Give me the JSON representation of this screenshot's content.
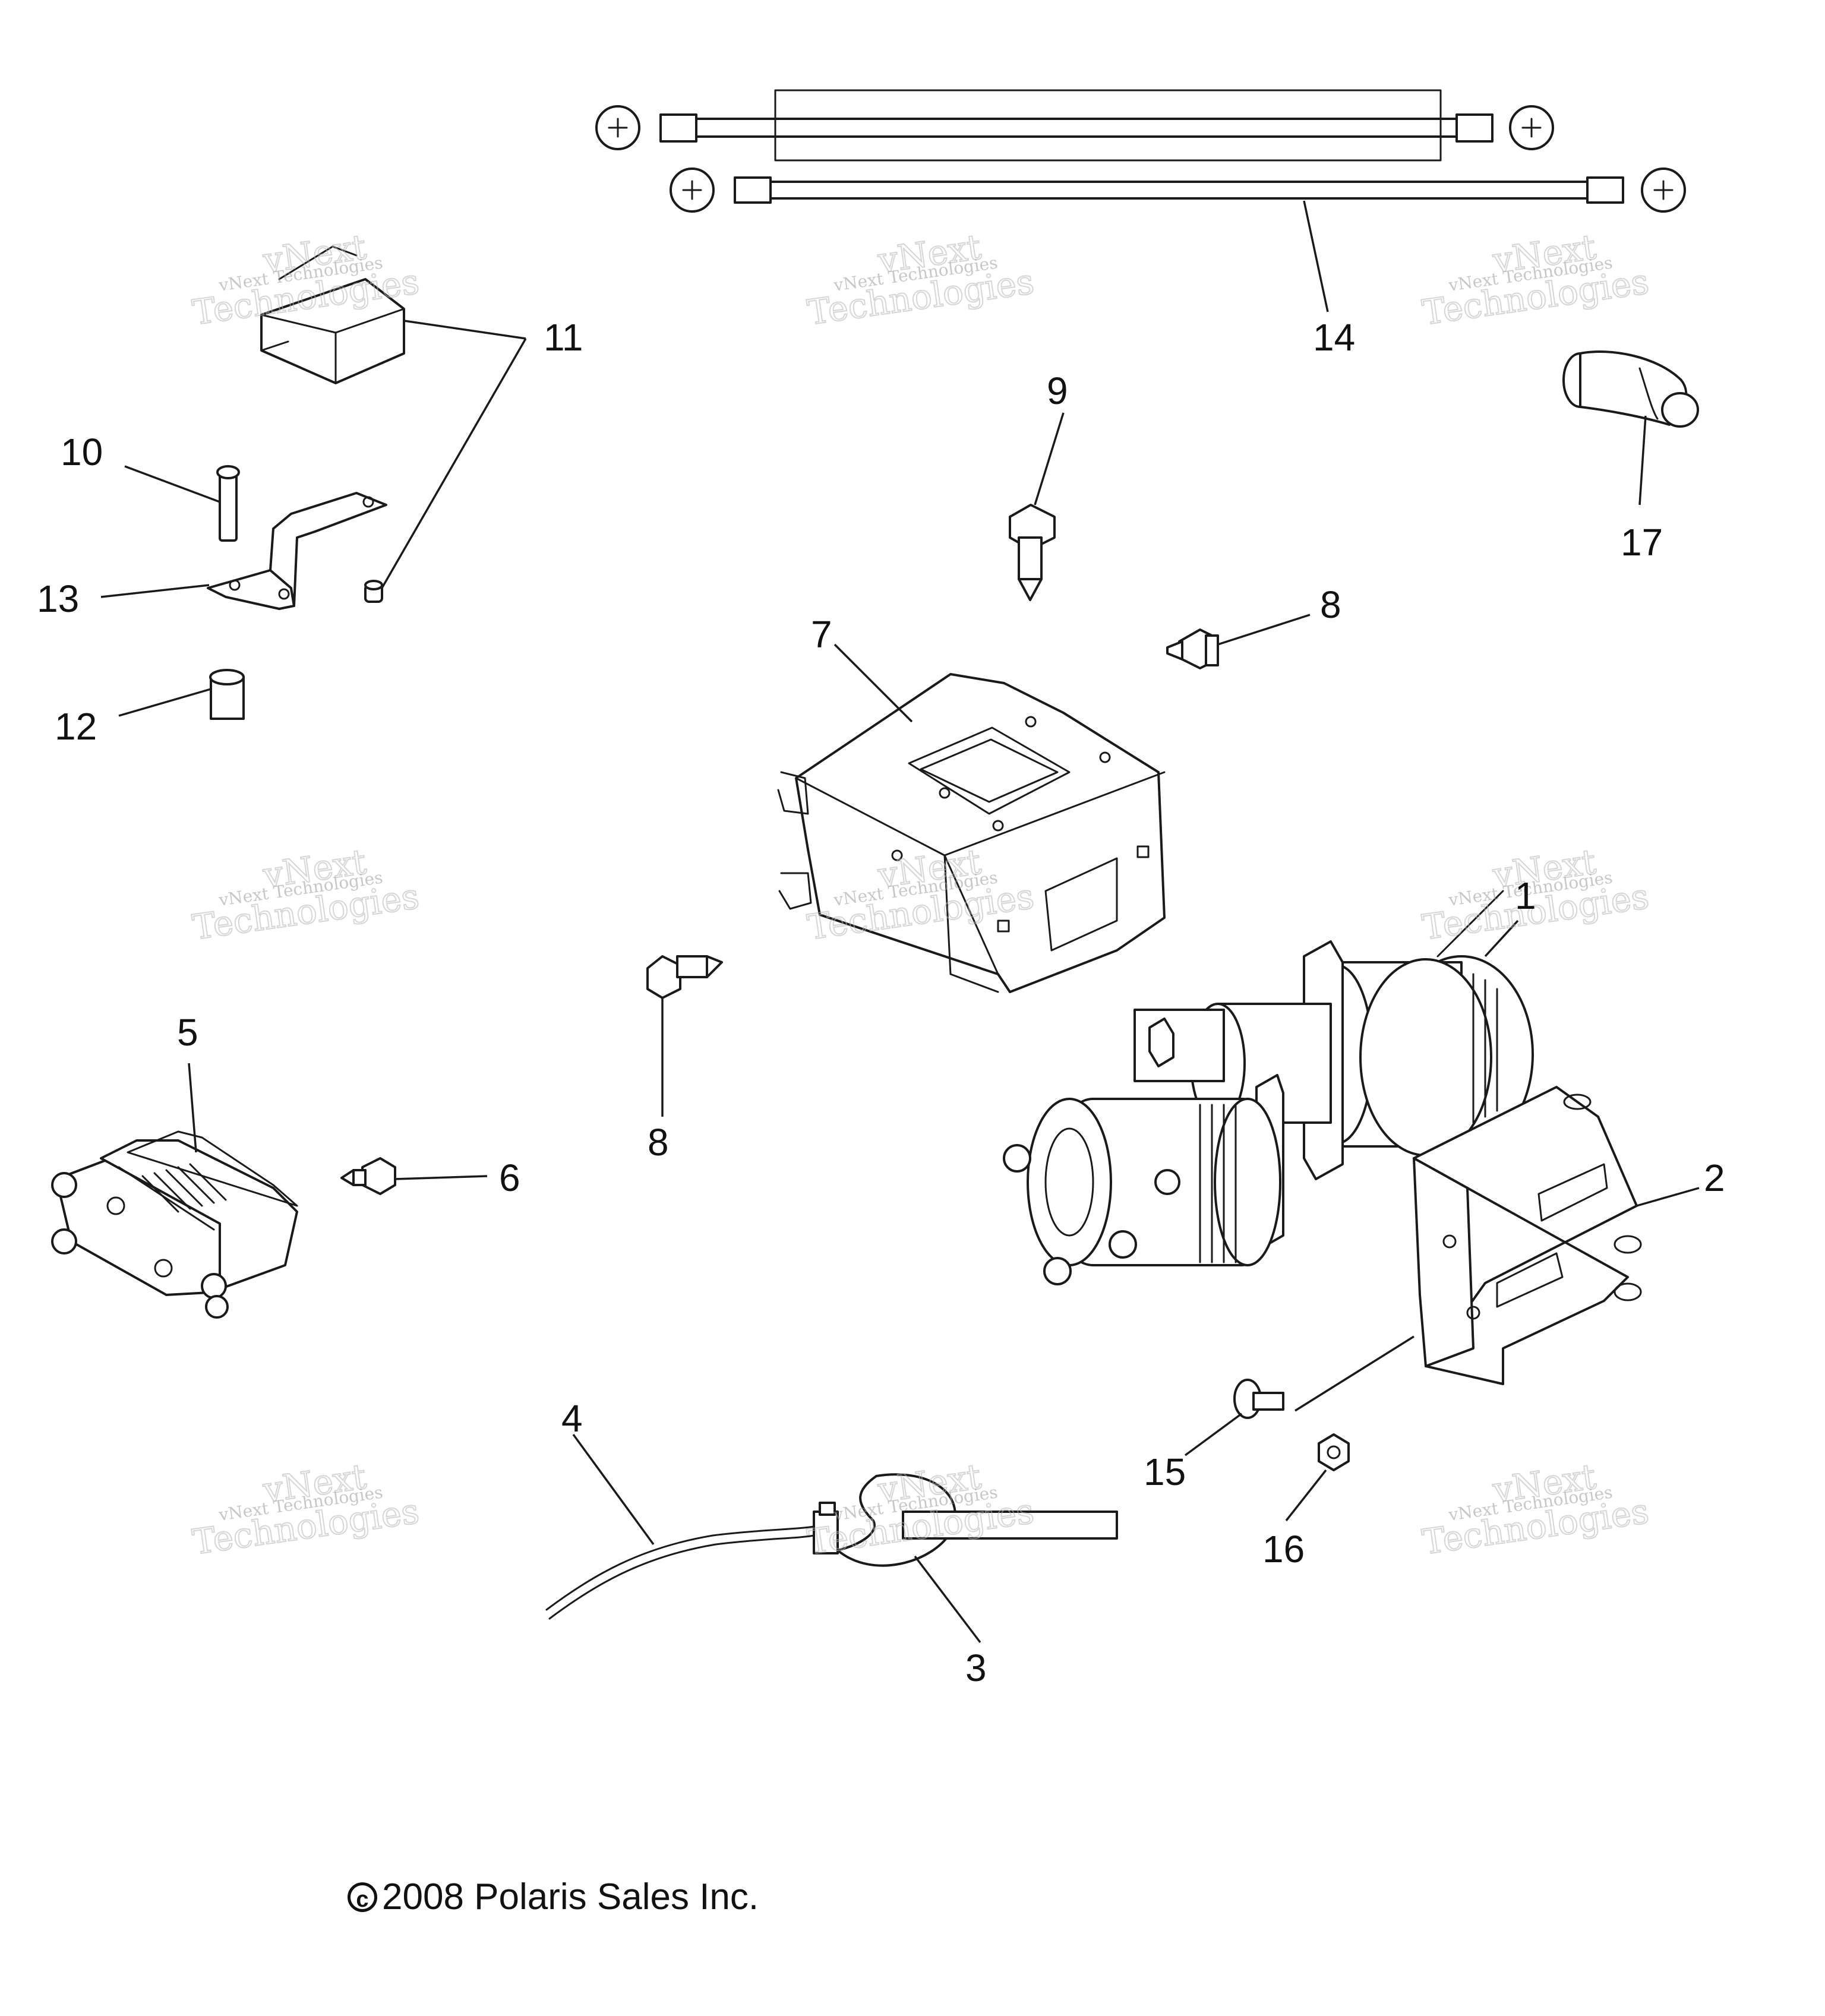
{
  "callouts": {
    "c1": "1",
    "c2": "2",
    "c3": "3",
    "c4": "4",
    "c5": "5",
    "c6": "6",
    "c7": "7",
    "c8a": "8",
    "c8b": "8",
    "c9": "9",
    "c10": "10",
    "c11": "11",
    "c12": "12",
    "c13": "13",
    "c14": "14",
    "c15": "15",
    "c16": "16",
    "c17": "17"
  },
  "watermark": {
    "line1": "vNext Technologies",
    "logo": "vNext",
    "line2": "Technologies"
  },
  "copyright": {
    "symbol": "c",
    "text": "2008 Polaris Sales Inc."
  }
}
